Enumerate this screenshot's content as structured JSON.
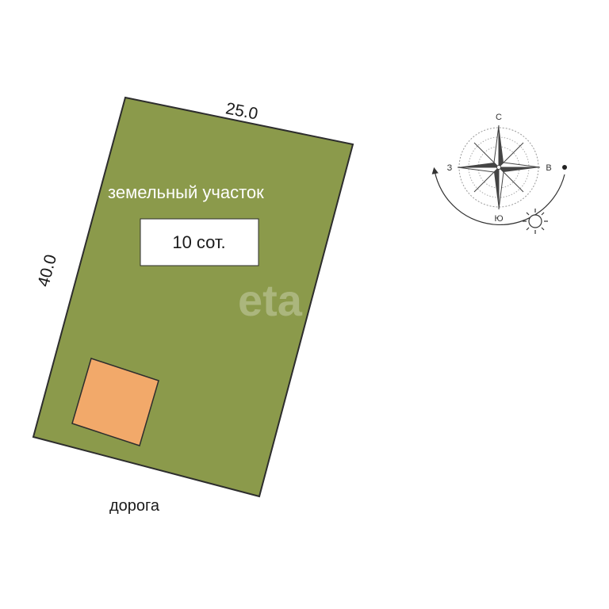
{
  "plot": {
    "label": "земельный участок",
    "area": "10 сот.",
    "top_side": "25.0",
    "left_side": "40.0",
    "road": "дорога",
    "colors": {
      "land": "#8b9a4b",
      "building": "#f2a96a",
      "outline": "#2d2d2d"
    }
  },
  "compass": {
    "north": "С",
    "south": "Ю",
    "west": "З",
    "east": "В",
    "icons": [
      "compass-rose-icon",
      "sun-icon",
      "sun-path-arrow-icon"
    ]
  },
  "watermark": "eta"
}
